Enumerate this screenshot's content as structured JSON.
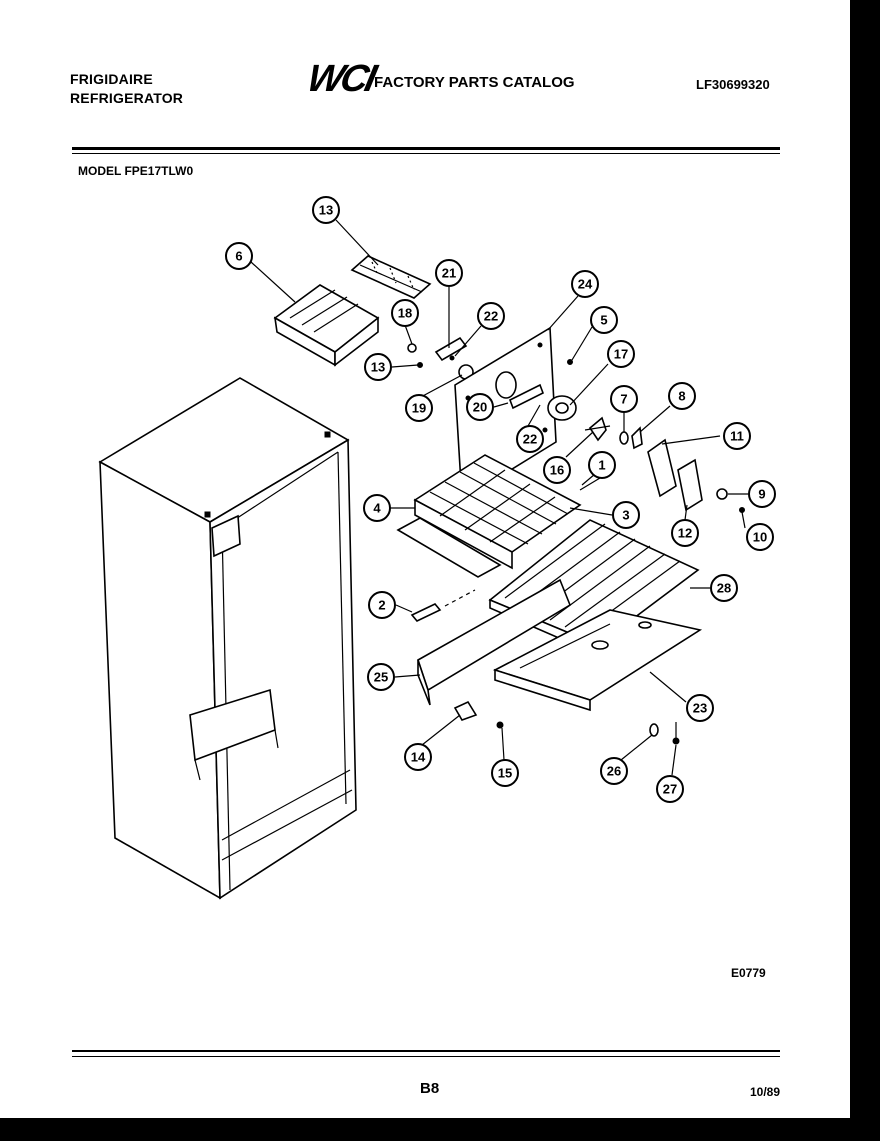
{
  "header": {
    "brand_line1": "FRIGIDAIRE",
    "brand_line2": "REFRIGERATOR",
    "logo_text": "WCI",
    "catalog_title": "FACTORY PARTS CATALOG",
    "catalog_number": "LF30699320"
  },
  "model_label": "MODEL FPE17TLW0",
  "diagram_code": "E0779",
  "footer": {
    "page_code": "B8",
    "date": "10/89"
  },
  "callouts": [
    "1",
    "2",
    "3",
    "4",
    "5",
    "6",
    "7",
    "8",
    "9",
    "10",
    "11",
    "12",
    "13",
    "13",
    "14",
    "15",
    "16",
    "17",
    "18",
    "19",
    "20",
    "21",
    "22",
    "22",
    "23",
    "24",
    "25",
    "26",
    "27",
    "28"
  ]
}
